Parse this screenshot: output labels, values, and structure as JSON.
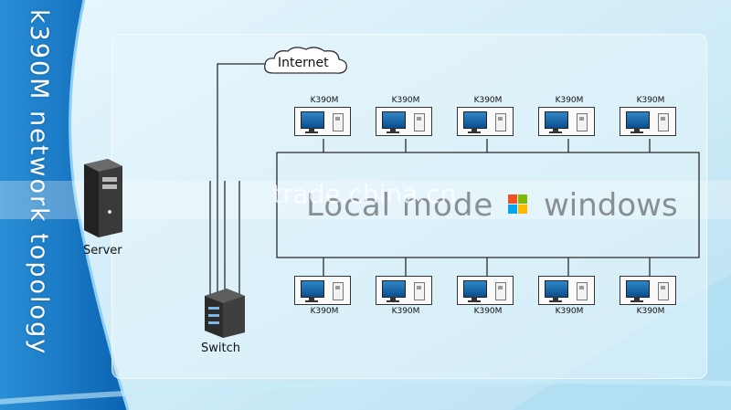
{
  "title": "k390M network topology",
  "cloud_label": "Internet",
  "server_label": "Server",
  "switch_label": "Switch",
  "terminal_label": "K390M",
  "center_text": "Local mode",
  "center_text_right": "windows",
  "watermark": "trade.china.cn",
  "colors": {
    "monitor": "#1d6db0",
    "line": "#2b2b2b",
    "accent": "#0d5fa8"
  }
}
